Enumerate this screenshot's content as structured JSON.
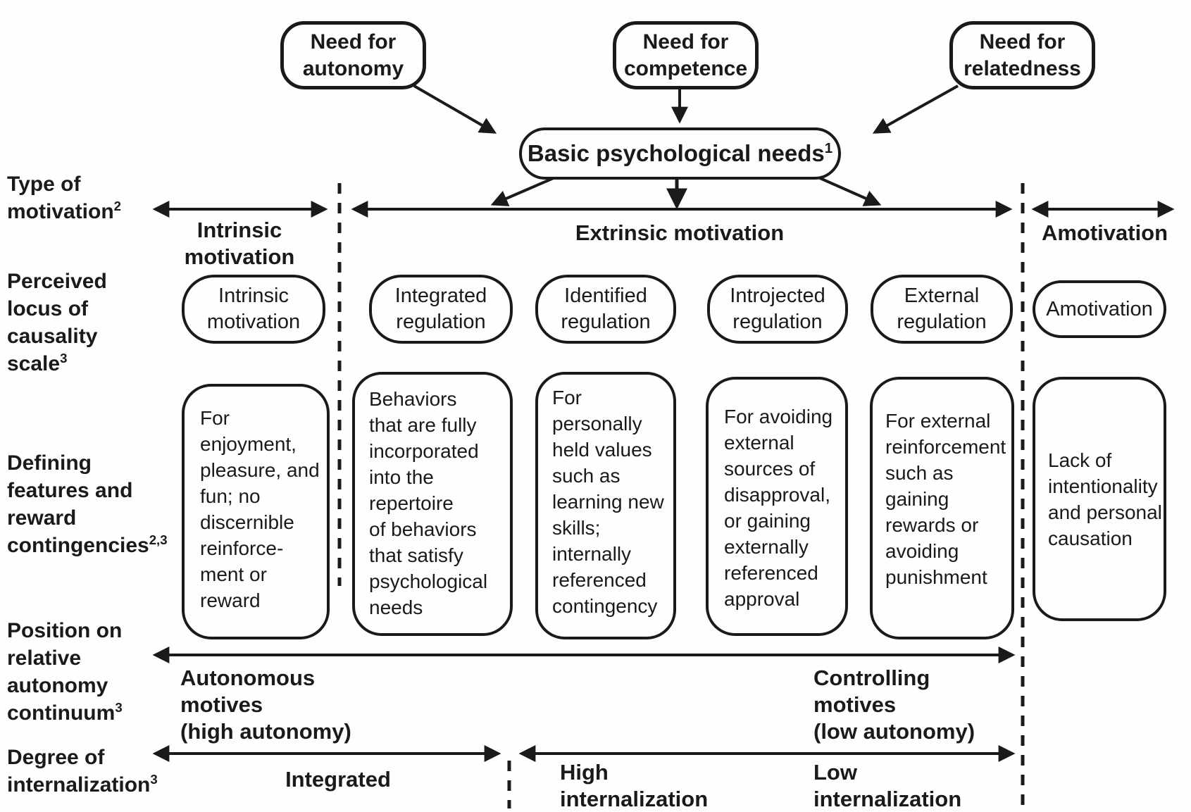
{
  "needs_row": {
    "autonomy": "Need for\nautonomy",
    "competence": "Need for\ncompetence",
    "relatedness": "Need for\nrelatedness",
    "basic_main": "Basic psychological needs",
    "basic_sup": "1"
  },
  "row_labels": {
    "type_of_motivation": {
      "lines": [
        "Type of"
      ],
      "last": "motivation",
      "sup": "2"
    },
    "perceived_locus": {
      "lines": [
        "Perceived",
        "locus of",
        "causality"
      ],
      "last": "scale",
      "sup": "3"
    },
    "defining_features": {
      "lines": [
        "Defining",
        "features and",
        "reward"
      ],
      "last": "contingencies",
      "sup": "2,3"
    },
    "position_autonomy": {
      "lines": [
        "Position on",
        "relative",
        "autonomy"
      ],
      "last": "continuum",
      "sup": "3"
    },
    "degree_internalization": {
      "lines": [
        "Degree of"
      ],
      "last": "internalization",
      "sup": "3"
    }
  },
  "motivation_types": {
    "intrinsic": "Intrinsic\nmotivation",
    "extrinsic": "Extrinsic motivation",
    "amotivation": "Amotivation"
  },
  "ploc_boxes": [
    {
      "label": "Intrinsic\nmotivation"
    },
    {
      "label": "Integrated\nregulation"
    },
    {
      "label": "Identified\nregulation"
    },
    {
      "label": "Introjected\nregulation"
    },
    {
      "label": "External\nregulation"
    },
    {
      "label": "Amotivation"
    }
  ],
  "defining_boxes": [
    {
      "text": "For\nenjoyment,\npleasure, and\nfun; no\ndiscernible\nreinforce-\nment or\nreward"
    },
    {
      "text": "Behaviors\nthat are fully\nincorporated\ninto the\nrepertoire\nof behaviors\nthat satisfy\npsychological\nneeds"
    },
    {
      "text": "For\npersonally\nheld values\nsuch as\nlearning new\nskills;\ninternally\nreferenced\ncontingency"
    },
    {
      "text": "For avoiding\nexternal\nsources of\ndisapproval,\nor gaining\nexternally\nreferenced\napproval"
    },
    {
      "text": "For external\nreinforcement\nsuch as\ngaining\nrewards or\navoiding\npunishment"
    },
    {
      "text": "Lack of\nintentionality\nand personal\ncausation"
    }
  ],
  "autonomy_continuum": {
    "left": "Autonomous\nmotives\n(high autonomy)",
    "right": "Controlling\nmotives\n(low autonomy)"
  },
  "internalization": {
    "integrated": "Integrated",
    "high": "High\ninternalization",
    "low": "Low\ninternalization"
  },
  "colors": {
    "ink": "#1a1a1a",
    "background": "#fefefe"
  }
}
